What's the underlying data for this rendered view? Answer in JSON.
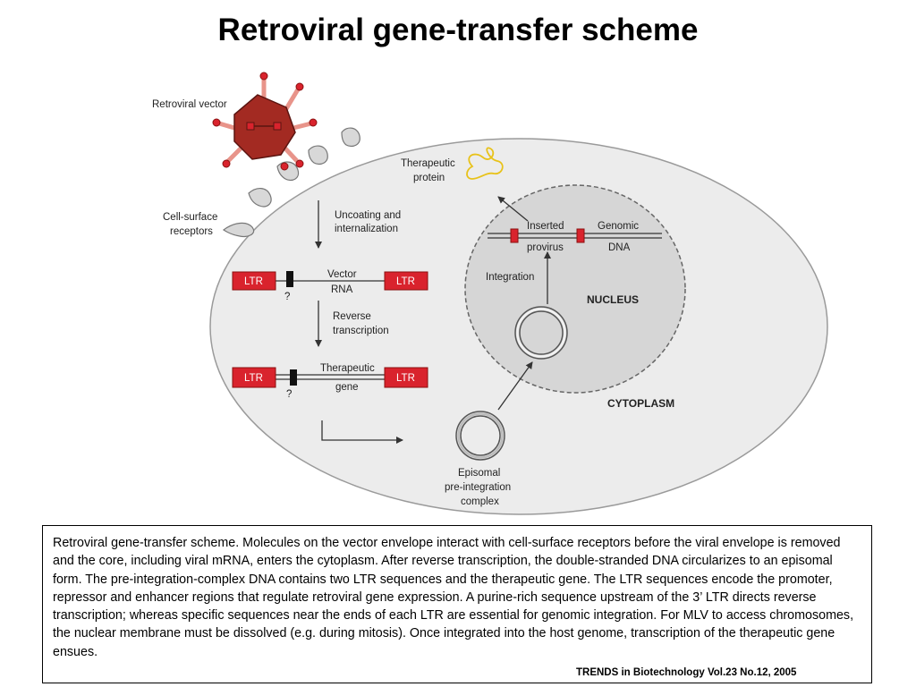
{
  "title": "Retroviral gene-transfer scheme",
  "labels": {
    "retroviral_vector": "Retroviral vector",
    "cell_surface_1": "Cell-surface",
    "cell_surface_2": "receptors",
    "uncoating_1": "Uncoating and",
    "uncoating_2": "internalization",
    "vector_1": "Vector",
    "vector_2": "RNA",
    "reverse_1": "Reverse",
    "reverse_2": "transcription",
    "therapeutic_1": "Therapeutic",
    "therapeutic_2": "gene",
    "ltr": "LTR",
    "question": "?",
    "episomal_1": "Episomal",
    "episomal_2": "pre-integration",
    "episomal_3": "complex",
    "integration": "Integration",
    "nucleus": "NUCLEUS",
    "cytoplasm": "CYTOPLASM",
    "inserted_1": "Inserted",
    "inserted_2": "provirus",
    "genomic_1": "Genomic",
    "genomic_2": "DNA",
    "protein_1": "Therapeutic",
    "protein_2": "protein"
  },
  "colors": {
    "ltr_box": "#d9232d",
    "virus_body": "#a32a22",
    "virus_spike": "#e8948a",
    "cell": "#ececec",
    "nucleus": "#d6d6d6",
    "protein": "#e8c21a"
  },
  "caption": "Retroviral gene-transfer scheme. Molecules on the vector envelope interact with cell-surface receptors before the viral envelope is removed and the core, including viral mRNA, enters the cytoplasm. After reverse transcription, the double-stranded DNA circularizes to an episomal form. The pre-integration-complex DNA contains two LTR sequences and the therapeutic gene. The LTR sequences encode the promoter, repressor and enhancer regions that regulate retroviral gene expression. A purine-rich sequence upstream of the 3’ LTR directs reverse transcription; whereas specific sequences near the ends of each LTR are essential for genomic integration. For MLV to access chromosomes, the nuclear membrane must be dissolved (e.g. during mitosis). Once integrated into the host genome, transcription of the therapeutic gene ensues.",
  "citation": "TRENDS in Biotechnology Vol.23 No.12, 2005"
}
